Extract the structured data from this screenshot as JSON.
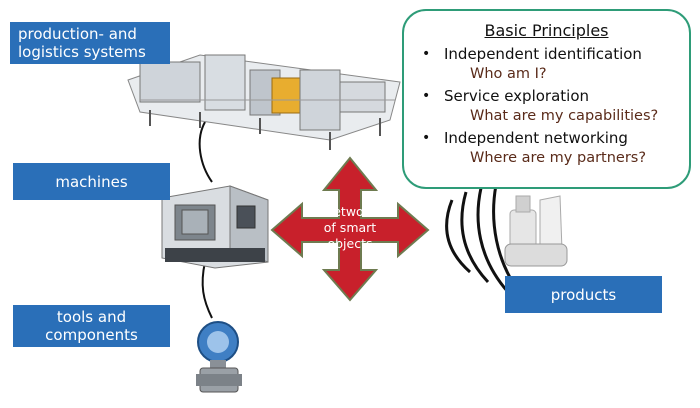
{
  "labels": {
    "production": "production- and\nlogistics systems",
    "machines": "machines",
    "tools": "tools and\ncomponents",
    "products": "products"
  },
  "center": {
    "text": [
      "Network",
      "of smart",
      "objects"
    ]
  },
  "principles": {
    "title": "Basic Principles",
    "items": [
      {
        "heading": "Independent identification",
        "question": "Who am I?"
      },
      {
        "heading": "Service exploration",
        "question": "What are my capabilities?"
      },
      {
        "heading": "Independent networking",
        "question": "Where are my partners?"
      }
    ]
  },
  "colors": {
    "label_bg": "#2a6fb8",
    "arrow_fill": "#c8202b",
    "arrow_stroke": "#6e7b50",
    "callout_border": "#2e9c78",
    "question_text": "#5a2b1a"
  },
  "icons": {
    "production": "production-line-icon",
    "machine": "cnc-machine-icon",
    "tool": "pressure-transmitter-icon",
    "product": "cosmetic-bottles-icon"
  }
}
